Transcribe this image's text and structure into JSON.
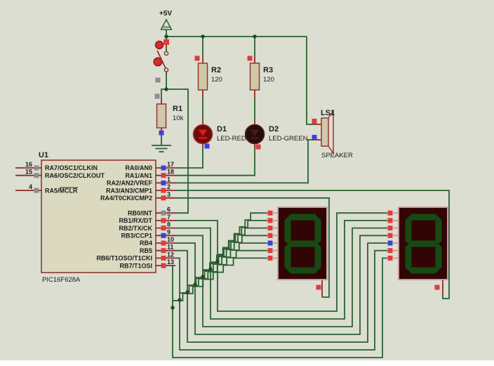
{
  "power": {
    "label": "+5V"
  },
  "mcu": {
    "ref": "U1",
    "part": "PIC16F628A",
    "left_pins": [
      {
        "num": "16",
        "label": "RA7/OSC1/CLKIN",
        "color": "gray"
      },
      {
        "num": "15",
        "label": "RA6/OSC2/CLKOUT",
        "color": "gray"
      },
      {
        "num": "4",
        "label": "RA5/MCLR",
        "color": "gray",
        "overline": "MCLR"
      }
    ],
    "right_pins": [
      {
        "num": "17",
        "label": "RA0/AN0",
        "color": "blue"
      },
      {
        "num": "18",
        "label": "RA1/AN1",
        "color": "red"
      },
      {
        "num": "1",
        "label": "RA2/AN2/VREF",
        "color": "blue"
      },
      {
        "num": "2",
        "label": "RA3/AN3/CMP1",
        "color": "red"
      },
      {
        "num": "3",
        "label": "RA4/T0CKI/CMP2",
        "color": "red"
      },
      {
        "num": "6",
        "label": "RB0/INT",
        "color": "gray"
      },
      {
        "num": "7",
        "label": "RB1/RX/DT",
        "color": "red"
      },
      {
        "num": "8",
        "label": "RB2/TX/CK",
        "color": "red"
      },
      {
        "num": "9",
        "label": "RB3/CCP1",
        "color": "blue"
      },
      {
        "num": "10",
        "label": "RB4",
        "color": "red"
      },
      {
        "num": "11",
        "label": "RB5",
        "color": "red"
      },
      {
        "num": "12",
        "label": "RB6/T1OSO/T1CKI",
        "color": "red"
      },
      {
        "num": "13",
        "label": "RB7/T1OSI",
        "color": "red"
      }
    ]
  },
  "resistors": [
    {
      "ref": "R1",
      "value": "10k"
    },
    {
      "ref": "R2",
      "value": "120"
    },
    {
      "ref": "R3",
      "value": "120"
    }
  ],
  "diodes": [
    {
      "ref": "D1",
      "type": "LED-RED"
    },
    {
      "ref": "D2",
      "type": "LED-GREEN"
    }
  ],
  "speaker": {
    "ref": "LS1",
    "type": "SPEAKER"
  },
  "displays": {
    "count": 2,
    "left_pin_colors": [
      "red",
      "red",
      "red",
      "red",
      "blue",
      "red",
      "red"
    ],
    "bottom_pin_color": "red"
  },
  "indicator_colors": {
    "red": "#e23b3b",
    "blue": "#3f3fd9",
    "gray": "#8d8d8d"
  },
  "wire_color": "#2b6130"
}
